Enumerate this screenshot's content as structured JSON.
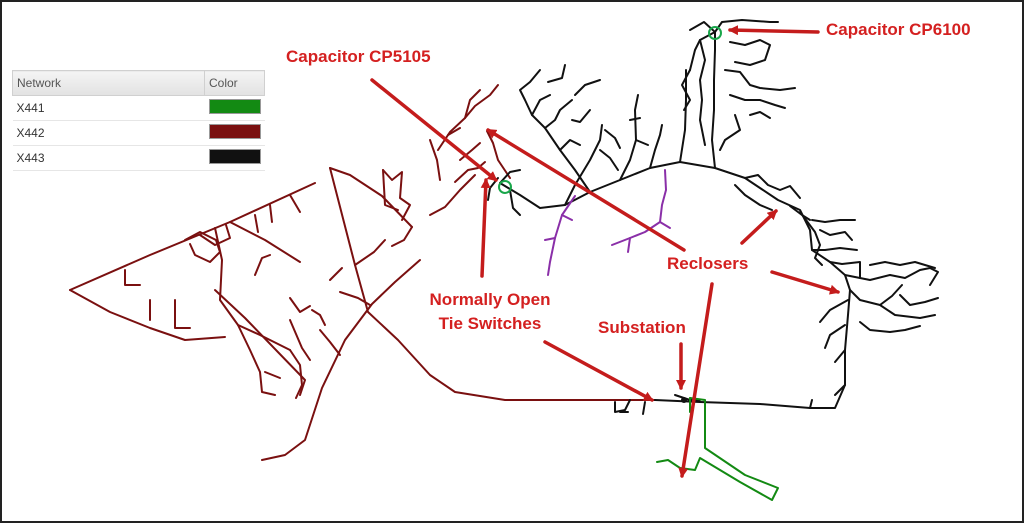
{
  "legend": {
    "headers": {
      "network": "Network",
      "color": "Color"
    },
    "rows": [
      {
        "name": "X441",
        "color": "#138a13"
      },
      {
        "name": "X442",
        "color": "#7a1010"
      },
      {
        "name": "X443",
        "color": "#111111"
      }
    ]
  },
  "annotations": {
    "capacitor_cp6100": "Capacitor CP6100",
    "capacitor_cp5105": "Capacitor CP5105",
    "reclosers": "Reclosers",
    "normally_open_line1": "Normally Open",
    "normally_open_line2": "Tie Switches",
    "substation": "Substation"
  },
  "colors": {
    "arrow": "#c41c1c",
    "label": "#d42020",
    "x441": "#138a13",
    "x442": "#7a1010",
    "x443": "#111111",
    "tie": "#8a2fa8",
    "capacitor_marker": "#19a64a"
  }
}
